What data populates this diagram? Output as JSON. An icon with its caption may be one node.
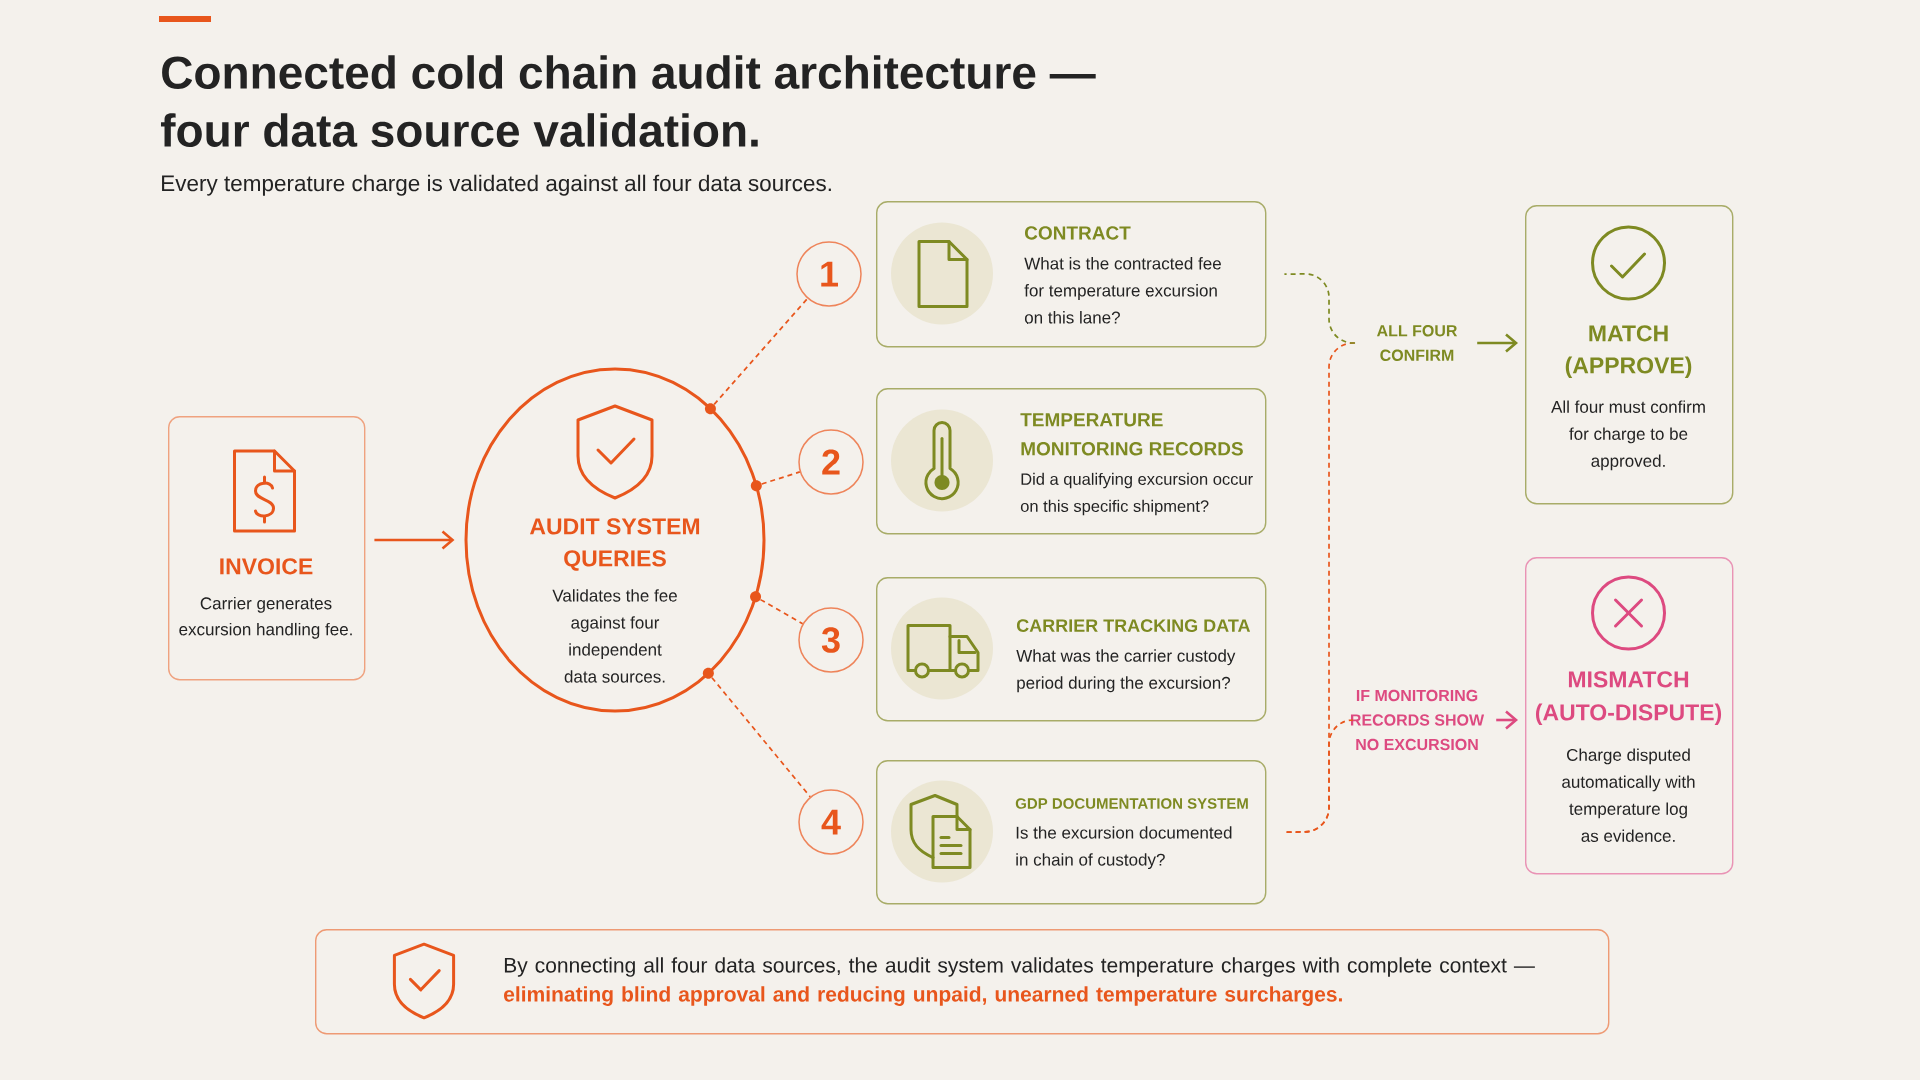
{
  "diagram": {
    "title": "Connected cold chain audit architecture — four data source validation.",
    "nodes": [
      {
        "text": [
          "INVOICE",
          "Carrier generates excursion handling fee."
        ]
      },
      {
        "text": [
          "AUDIT SYSTEM QUERIES",
          "Validates the fee against four independent data sources."
        ]
      },
      {
        "text": [],
        "shape": "circle",
        "in": 1
      },
      {
        "text": [],
        "shape": "circle",
        "in": 1
      },
      {
        "text": [],
        "shape": "circle",
        "in": 1
      },
      {
        "text": [],
        "shape": "circle",
        "in": 1
      },
      {
        "text": [
          "1"
        ]
      },
      {
        "text": [
          "2"
        ]
      },
      {
        "text": [
          "3"
        ]
      },
      {
        "text": [
          "4"
        ]
      },
      {
        "text": [
          "CONTRACT",
          "What is the contracted fee for temperature excursion on this lane?"
        ]
      },
      {
        "text": [
          "TEMPERATURE MONITORING RECORDS",
          "Did a qualifying excursion occur on this specific shipment?"
        ]
      },
      {
        "text": [
          "CARRIER TRACKING DATA",
          "What was the carrier custody period during the excursion?"
        ]
      },
      {
        "text": [
          "GDP DOCUMENTATION SYSTEM",
          "Is the excursion documented in chain of custody?"
        ]
      },
      {
        "text": [
          "ALL FOUR CONFIRM"
        ]
      },
      {
        "text": [
          "MATCH (APPROVE)",
          "All four must confirm for charge to be approved."
        ]
      },
      {
        "text": [
          "IF MONITORING RECORDS SHOW NO EXCURSION"
        ]
      },
      {
        "text": [
          "MISMATCH (AUTO-DISPUTE)",
          "Charge disputed automatically with temperature log as evidence."
        ]
      },
      {
        "text": [
          "By connecting all four data sources, the audit system validates temperature charges with complete context — **eliminating blind approval and reducing unpaid, unearned temperature surcharges.**"
        ]
      }
    ],
    "edges": [
      {
        "from": 0,
        "to": 1,
        "arrow": "to"
      },
      {
        "from": 2,
        "to": 6,
        "arrow": "none",
        "style": "dashed"
      },
      {
        "from": 3,
        "to": 7,
        "arrow": "none",
        "style": "dashed"
      },
      {
        "from": 4,
        "to": 8,
        "arrow": "none",
        "style": "dashed"
      },
      {
        "from": 5,
        "to": 9,
        "arrow": "none",
        "style": "dashed"
      },
      {
        "from": 10,
        "to": 14,
        "arrow": "none",
        "style": "dashed",
        "color": "#7e8a22"
      },
      {
        "from": 13,
        "to": 14,
        "arrow": "none",
        "style": "dashed"
      },
      {
        "from": 13,
        "to": 16,
        "arrow": "none",
        "style": "dashed"
      },
      {
        "from": 14,
        "to": 15,
        "arrow": "to",
        "color": "#7e8a22"
      },
      {
        "from": 16,
        "to": 17,
        "arrow": "to",
        "color": "#dd4a80"
      }
    ],
    "labels": [
      "Every temperature charge is validated against all four data sources."
    ]
  }
}
